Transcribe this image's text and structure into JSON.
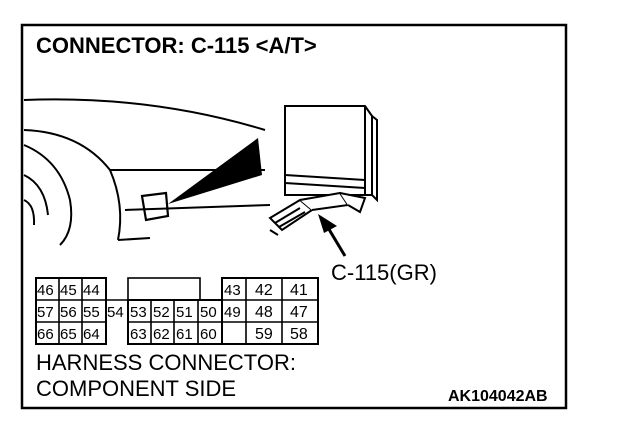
{
  "diagram": {
    "title": "CONNECTOR: C-115 <A/T>",
    "callout_label": "C-115(GR)",
    "caption_line1": "HARNESS CONNECTOR:",
    "caption_line2": "COMPONENT SIDE",
    "figure_code": "AK104042AB",
    "line_color": "#000000",
    "background_color": "#ffffff"
  },
  "connector": {
    "pins": {
      "p46": "46",
      "p45": "45",
      "p44": "44",
      "p57": "57",
      "p56": "56",
      "p55": "55",
      "p54": "54",
      "p66": "66",
      "p65": "65",
      "p64": "64",
      "p53": "53",
      "p52": "52",
      "p51": "51",
      "p50": "50",
      "p63": "63",
      "p62": "62",
      "p61": "61",
      "p60": "60",
      "p43": "43",
      "p49": "49",
      "p42": "42",
      "p41": "41",
      "p48": "48",
      "p47": "47",
      "p59": "59",
      "p58": "58"
    }
  }
}
